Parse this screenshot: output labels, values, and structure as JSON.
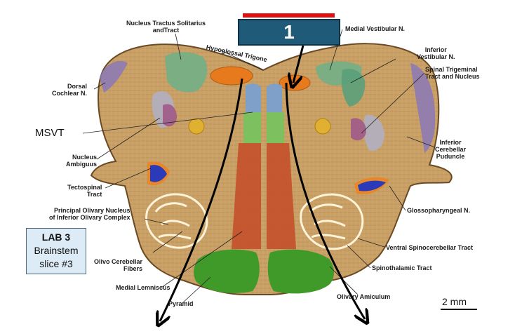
{
  "marker": {
    "number": "1"
  },
  "lab": {
    "title": "LAB 3",
    "line1": "Brainstem",
    "line2": "slice #3"
  },
  "scale": {
    "label": "2 mm"
  },
  "labels": {
    "nts": "Nucleus Tractus Solitarius\nandTract",
    "hypoglossal": "Hypoglossal Trigone",
    "dorsal_cochlear": "Dorsal\nCochlear N.",
    "msvt": "MSVT",
    "ambiguus": "Nucleus\nAmbiguus",
    "tectospinal": "Tectospinal\nTract",
    "olivary": "Principal Olivary Nucleus\nof Inferior Olivary Complex",
    "olivocerebellar": "Olivo Cerebellar\nFibers",
    "med_lemniscus": "Medial Lemniscus",
    "pyramid": "Pyramid",
    "medial_vestibular": "Medial Vestibular N.",
    "inferior_vestibular": "Inferior\nVestibular N.",
    "spinal_trigeminal": "Spinal Trigeminal\nTract and Nucleus",
    "inferior_cerebellar": "Inferior\nCerebellar\nPuduncle",
    "glossopharyngeal": "Glossopharyngeal N.",
    "ventral_spinocerebellar": "Ventral Spinocerebellar Tract",
    "spinothalamic": "Spinothalamic Tract",
    "olivary_amiculum": "Olivary Amiculum"
  },
  "colors": {
    "tissue": "#c9a066",
    "tissue_dark": "#8a6a3a",
    "hypoglossal": "#e87a1e",
    "mlf": "#7fa0c8",
    "green_tract": "#7cc060",
    "medial_lemniscus": "#c4502a",
    "pyramid": "#3f9a2a",
    "vestibular": "#6fb08a",
    "cochlear": "#8a78b8",
    "trigeminal": "#b0b0c8",
    "nts": "#a05a8a",
    "ambiguus": "#e0b030",
    "spinocerebellar": "#2a3ab8",
    "ring": "#e8862a",
    "marker_box": "#1f5a78",
    "marker_bar": "#e01010"
  }
}
